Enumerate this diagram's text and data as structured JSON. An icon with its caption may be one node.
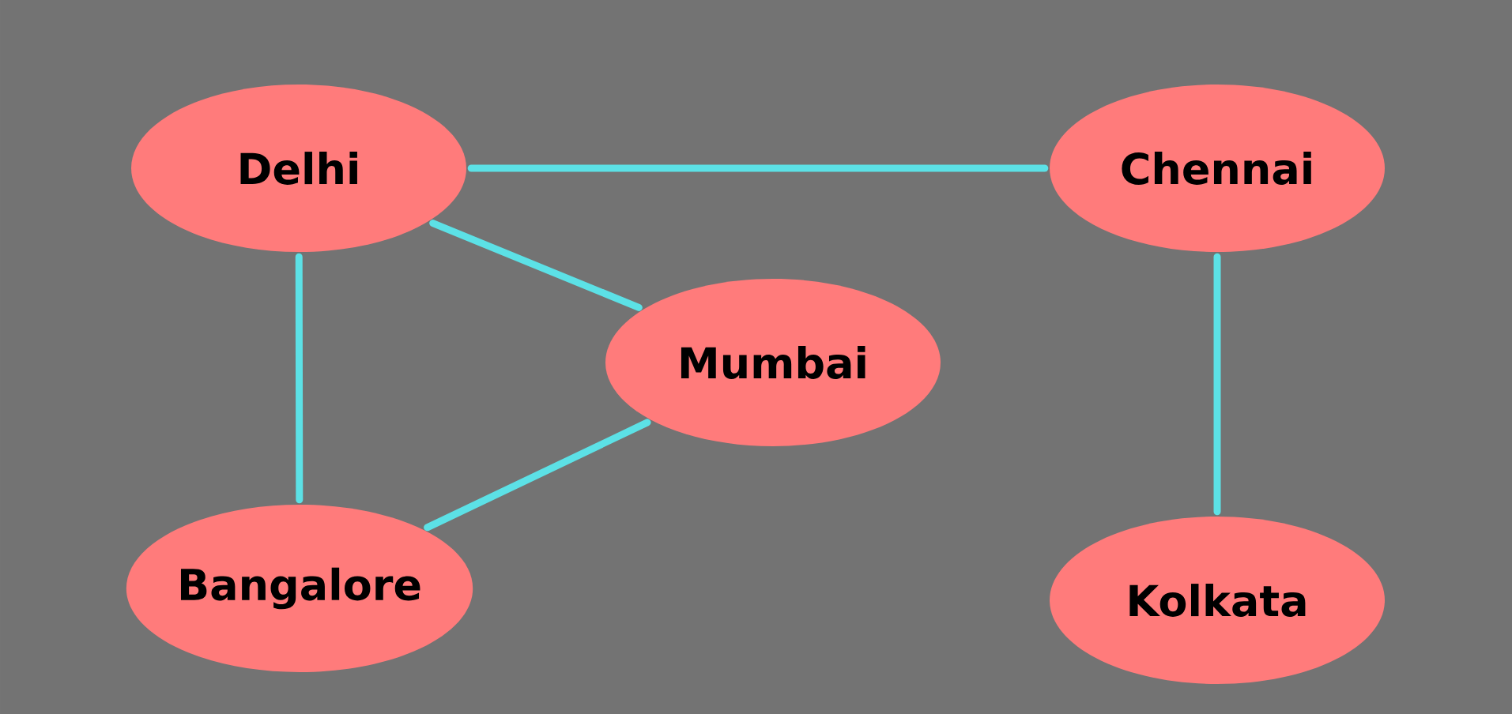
{
  "diagram": {
    "nodes": [
      {
        "text": [
          "Delhi"
        ]
      },
      {
        "text": [
          "Chennai"
        ]
      },
      {
        "text": [
          "Mumbai"
        ]
      },
      {
        "text": [
          "Bangalore"
        ]
      },
      {
        "text": [
          "Kolkata"
        ]
      }
    ],
    "edges": [
      {
        "from": 0,
        "to": 1,
        "arrow": "none"
      },
      {
        "from": 0,
        "to": 2,
        "arrow": "none"
      },
      {
        "from": 0,
        "to": 3,
        "arrow": "none"
      },
      {
        "from": 2,
        "to": 3,
        "arrow": "none"
      },
      {
        "from": 1,
        "to": 4,
        "arrow": "none"
      }
    ]
  }
}
